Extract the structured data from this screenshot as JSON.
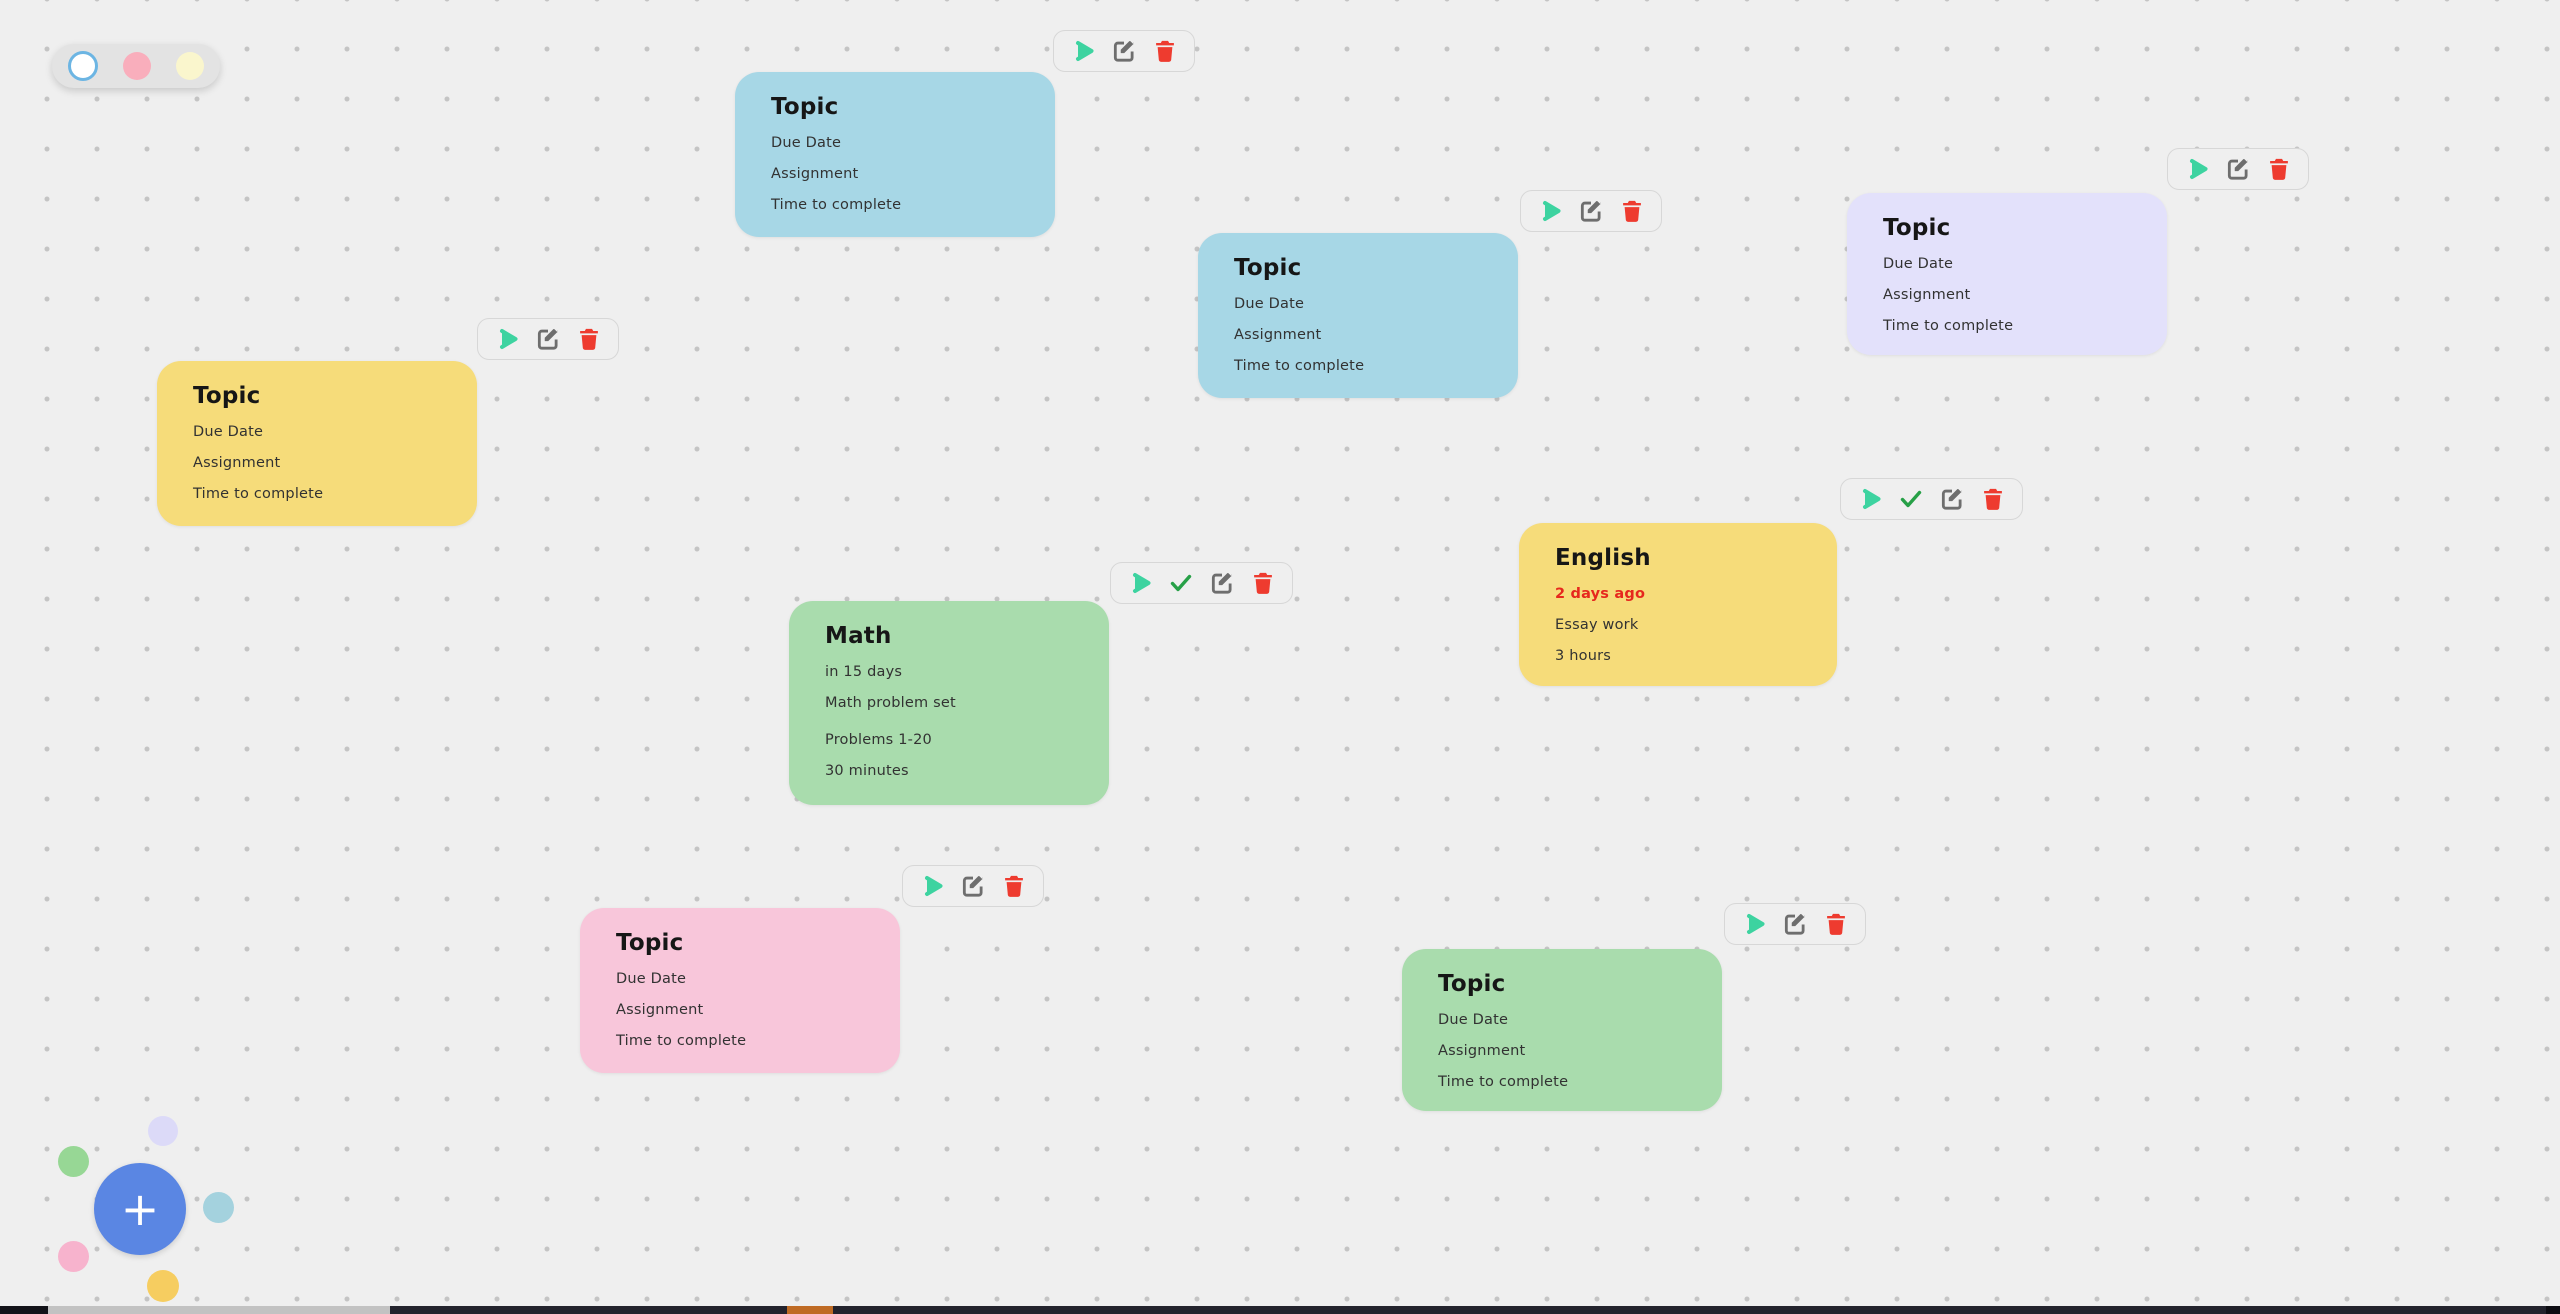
{
  "palette_toggle": {
    "swatches": [
      {
        "name": "white",
        "color": "#ffffff",
        "selected": true
      },
      {
        "name": "pink",
        "color": "#f9aebc",
        "selected": false
      },
      {
        "name": "yellow",
        "color": "#faf6cd",
        "selected": false
      }
    ]
  },
  "cards": [
    {
      "title": "Topic",
      "color": "#a7d7e6",
      "lines": [
        "Due Date",
        "Assignment",
        "Time to complete"
      ],
      "actions": [
        "play",
        "edit",
        "delete"
      ]
    },
    {
      "title": "Topic",
      "color": "#a7d7e6",
      "lines": [
        "Due Date",
        "Assignment",
        "Time to complete"
      ],
      "actions": [
        "play",
        "edit",
        "delete"
      ]
    },
    {
      "title": "Topic",
      "color": "#e3e1fb",
      "lines": [
        "Due Date",
        "Assignment",
        "Time to complete"
      ],
      "actions": [
        "play",
        "edit",
        "delete"
      ]
    },
    {
      "title": "Topic",
      "color": "#f6dc7a",
      "lines": [
        "Due Date",
        "Assignment",
        "Time to complete"
      ],
      "actions": [
        "play",
        "edit",
        "delete"
      ]
    },
    {
      "title": "Math",
      "color": "#a9dcad",
      "lines": [
        "in 15 days",
        "Math problem set",
        "Problems 1-20",
        "30 minutes"
      ],
      "actions": [
        "play",
        "complete",
        "edit",
        "delete"
      ]
    },
    {
      "title": "English",
      "color": "#f6dc7a",
      "lines": [
        "2 days ago",
        "Essay work",
        "3 hours"
      ],
      "overdue_color": "#e6281e",
      "actions": [
        "play",
        "complete",
        "edit",
        "delete"
      ]
    },
    {
      "title": "Topic",
      "color": "#f8c6da",
      "lines": [
        "Due Date",
        "Assignment",
        "Time to complete"
      ],
      "actions": [
        "play",
        "edit",
        "delete"
      ]
    },
    {
      "title": "Topic",
      "color": "#a9dcad",
      "lines": [
        "Due Date",
        "Assignment",
        "Time to complete"
      ],
      "actions": [
        "play",
        "edit",
        "delete"
      ]
    }
  ],
  "icons": {
    "play_color": "#3dd3a0",
    "check_color": "#27a047",
    "edit_color": "#6e6e6e",
    "delete_color": "#ee3b2f"
  },
  "fab": {
    "label": "+",
    "color": "#5a86e3"
  },
  "fab_bubbles": [
    {
      "name": "lavender",
      "color": "#dcdaf8"
    },
    {
      "name": "green",
      "color": "#97d795"
    },
    {
      "name": "teal",
      "color": "#a4d2de"
    },
    {
      "name": "pink",
      "color": "#f7b3cd"
    },
    {
      "name": "yellow",
      "color": "#f6cd60"
    }
  ],
  "bottom_bar": {
    "base": "#23232d",
    "left_cap": "#131319",
    "thumb": "#c2c2c2",
    "accent": "#bf6b24",
    "right_cap": "#0c0c12"
  }
}
